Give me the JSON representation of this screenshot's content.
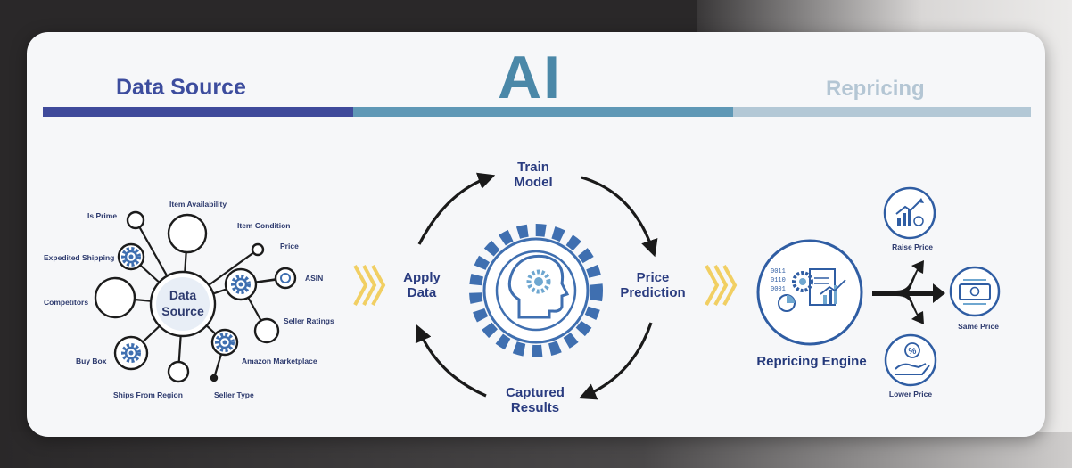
{
  "headers": {
    "data_source": "Data Source",
    "ai": "AI",
    "repricing": "Repricing"
  },
  "hub": {
    "line1": "Data",
    "line2": "Source"
  },
  "data_source_labels": {
    "is_prime": "Is Prime",
    "item_availability": "Item Availability",
    "item_condition": "Item Condition",
    "price": "Price",
    "asin": "ASIN",
    "seller_ratings": "Seller Ratings",
    "amazon_marketplace": "Amazon Marketplace",
    "seller_type": "Seller Type",
    "ships_from_region": "Ships From Region",
    "buy_box": "Buy Box",
    "competitors": "Competitors",
    "expedited_shipping": "Expedited Shipping"
  },
  "cycle": {
    "train_1": "Train",
    "train_2": "Model",
    "price_pred_1": "Price",
    "price_pred_2": "Prediction",
    "captured_1": "Captured",
    "captured_2": "Results",
    "apply_1": "Apply",
    "apply_2": "Data"
  },
  "repricing": {
    "engine": "Repricing Engine",
    "raise": "Raise Price",
    "same": "Same Price",
    "lower": "Lower Price",
    "code_lines": [
      "0011",
      "0110",
      "0001"
    ]
  },
  "colors": {
    "navy": "#3e4ea0",
    "teal": "#4b88a8",
    "light_blue": "#b4c6d4",
    "chevron": "#f1cf63",
    "icon_blue": "#3f6fb0"
  }
}
